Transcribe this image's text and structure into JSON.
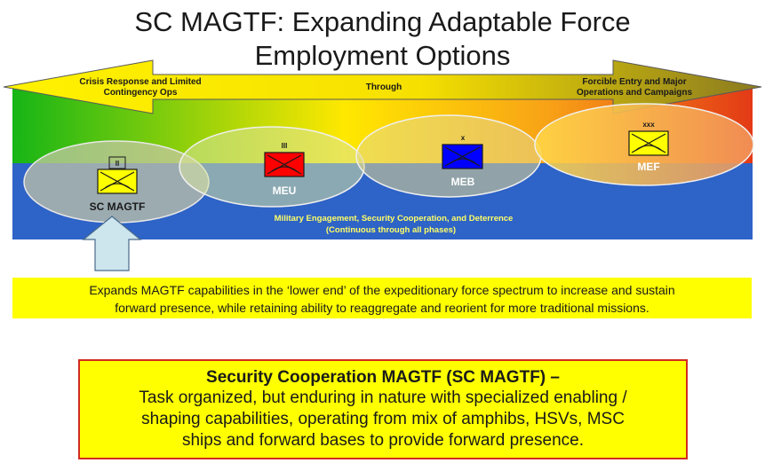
{
  "title": {
    "line1": "SC MAGTF: Expanding Adaptable Force",
    "line2": "Employment Options"
  },
  "spectrum": {
    "left_label_1": "Crisis Response and Limited",
    "left_label_2": "Contingency Ops",
    "center_label": "Through",
    "right_label_1": "Forcible Entry and Major",
    "right_label_2": "Operations and Campaigns"
  },
  "units": [
    {
      "echelon": "II",
      "name": "SC MAGTF",
      "color": "#ffff00"
    },
    {
      "echelon": "III",
      "name": "MEU",
      "color": "#ff0000"
    },
    {
      "echelon": "X",
      "name": "MEB",
      "color": "#0000ff"
    },
    {
      "echelon": "XXX",
      "name": "MEF",
      "color": "#ffff00"
    }
  ],
  "engagement": {
    "line1": "Military Engagement, Security Cooperation, and Deterrence",
    "line2": "(Continuous through all phases)"
  },
  "callout": {
    "line1": "Expands MAGTF capabilities in the ‘lower end’ of the expeditionary force spectrum to increase and sustain",
    "line2": "forward presence, while retaining ability to reaggregate and reorient for more traditional missions."
  },
  "definition": {
    "title": "Security Cooperation MAGTF (SC MAGTF)",
    "dash": " –",
    "line1": "Task organized, but enduring in nature with specialized enabling /",
    "line2": "shaping capabilities, operating from mix of amphibs, HSVs, MSC",
    "line3": "ships and forward bases to provide forward presence."
  },
  "colors": {
    "spectrum_green": "#16b516",
    "spectrum_yellow": "#ffe800",
    "spectrum_red": "#e33a16",
    "band_blue": "#2e63c7",
    "highlight_yellow": "#ffff00",
    "border_red": "#d22b1f"
  }
}
